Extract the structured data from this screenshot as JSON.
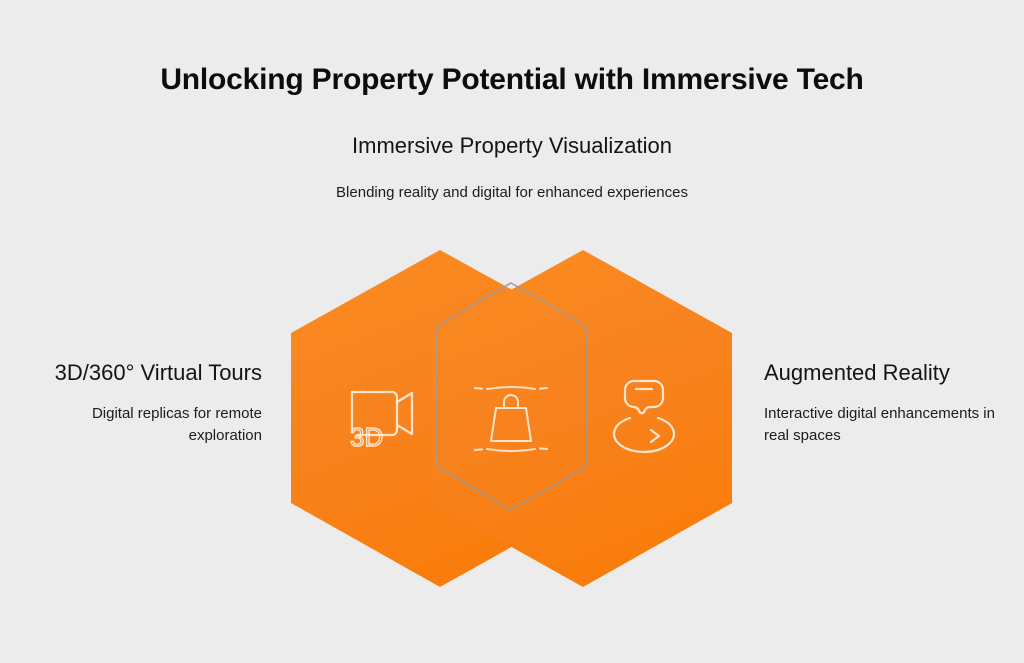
{
  "page": {
    "title": "Unlocking Property Potential with Immersive Tech",
    "background_color": "#ececec",
    "accent_color": "#f8821e",
    "outline_color": "#9b9b9b",
    "icon_color": "#ffe9d4"
  },
  "diagram": {
    "type": "venn-hexagon",
    "shape_count": 3,
    "nodes": [
      {
        "id": "virtual-tours",
        "position": "left",
        "heading": "3D/360° Virtual Tours",
        "description": "Digital replicas for remote exploration",
        "icon": "video-camera-3d-icon",
        "icon_label": "3D",
        "fill": "#f8821e"
      },
      {
        "id": "immersive-visualization",
        "position": "center",
        "heading": "Immersive Property Visualization",
        "description": "Blending reality and digital for enhanced experiences",
        "icon": "ar-bag-scan-icon",
        "fill": "transparent",
        "stroke": "#9b9b9b"
      },
      {
        "id": "augmented-reality",
        "position": "right",
        "heading": "Augmented Reality",
        "description": "Interactive digital enhancements in real spaces",
        "icon": "vr-headset-rotate-icon",
        "fill": "#f8821e"
      }
    ]
  }
}
